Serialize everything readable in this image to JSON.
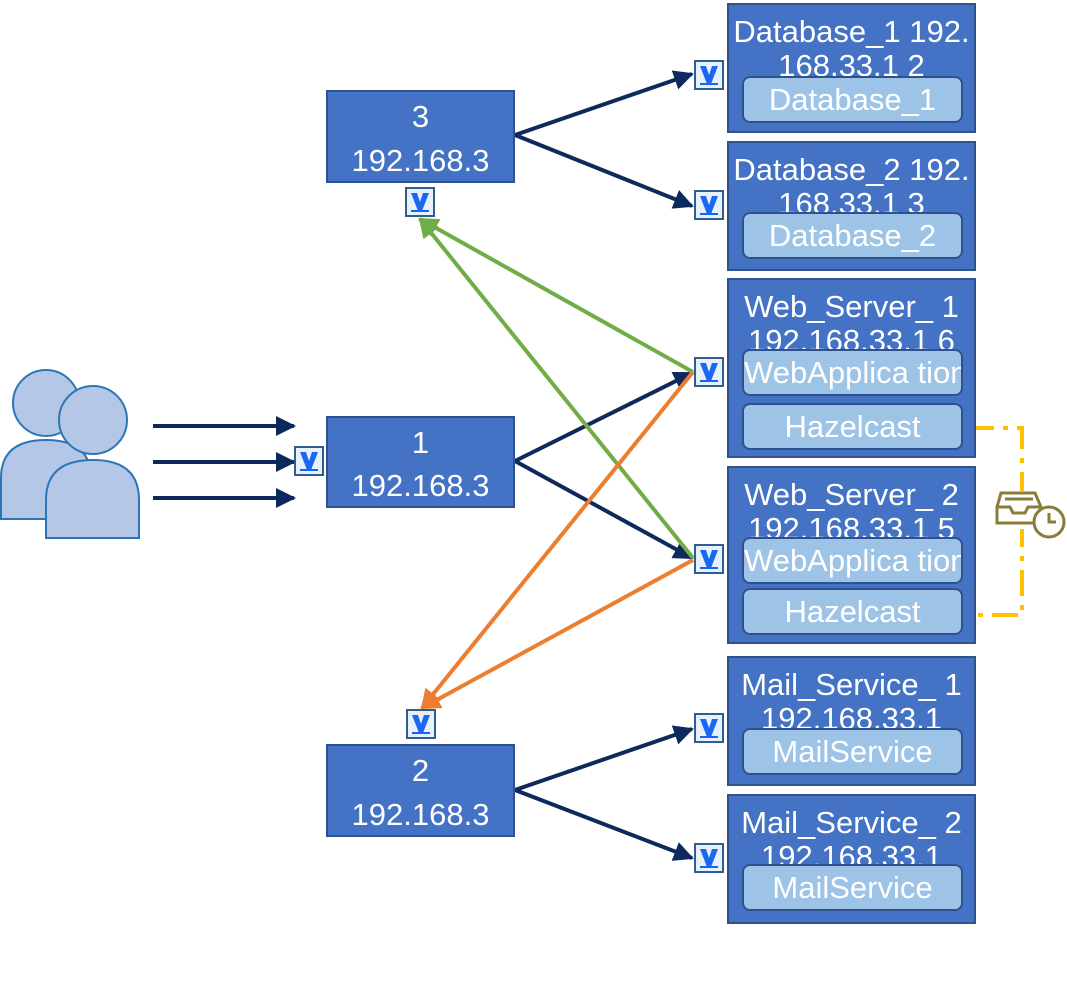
{
  "colors": {
    "box_fill": "#4472c4",
    "box_border": "#2f528f",
    "pill_fill": "#9dc3e6",
    "arrow_navy": "#0e2a5c",
    "arrow_green": "#70ad47",
    "arrow_orange": "#ed7d31",
    "cluster_link": "#ffc000",
    "users_fill": "#b4c7e7"
  },
  "icons": {
    "users": "users-icon",
    "vagrant": "vagrant-icon",
    "queue": "inbox-clock-icon"
  },
  "load_balancers": {
    "lb3": {
      "num": "3",
      "ip": "192.168.3"
    },
    "lb1": {
      "num": "1",
      "ip": "192.168.3"
    },
    "lb2": {
      "num": "2",
      "ip": "192.168.3"
    }
  },
  "servers": {
    "db1": {
      "title": "Database_1 192.168.33.1 2",
      "pills": [
        "Database_1"
      ]
    },
    "db2": {
      "title": "Database_2 192.168.33.1 3",
      "pills": [
        "Database_2"
      ]
    },
    "web1": {
      "title": "Web_Server_ 1 192.168.33.1 6",
      "pills": [
        "WebApplica tion",
        "Hazelcast"
      ]
    },
    "web2": {
      "title": "Web_Server_ 2 192.168.33.1 5",
      "pills": [
        "WebApplica tion",
        "Hazelcast"
      ]
    },
    "mail1": {
      "title": "Mail_Service_ 1 192.168.33.1",
      "pills": [
        "MailService"
      ]
    },
    "mail2": {
      "title": "Mail_Service_ 2 192.168.33.1",
      "pills": [
        "MailService"
      ]
    }
  }
}
